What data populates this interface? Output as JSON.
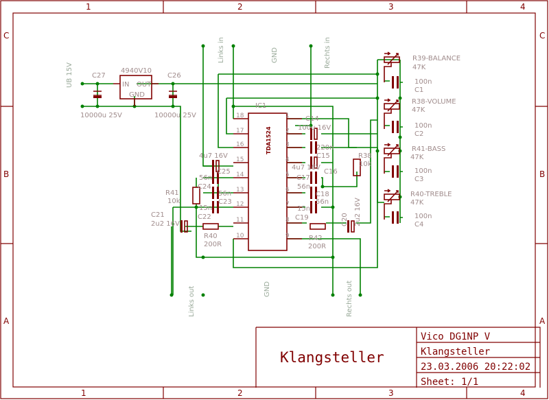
{
  "frame": {
    "columns": [
      "1",
      "2",
      "3",
      "4"
    ],
    "rows": [
      "C",
      "B",
      "A"
    ]
  },
  "title_block": {
    "title": "Klangsteller",
    "author": "Vico DG1NP V",
    "name": "Klangsteller",
    "date": "23.03.2006 20:22:02",
    "sheet": "Sheet: 1/1"
  },
  "nets": {
    "ub": "UB 15V",
    "links_in": "Links in",
    "gnd_top": "GND",
    "rechts_in": "Rechts in",
    "links_out": "Links out",
    "gnd_bottom": "GND",
    "rechts_out": "Rechts out"
  },
  "regulator": {
    "name": "4940V10",
    "in": "IN",
    "out": "OUT",
    "gnd": "GND"
  },
  "ic": {
    "ref": "IC1",
    "type": "TDA1524",
    "left_pins": [
      "18",
      "17",
      "16",
      "15",
      "14",
      "13",
      "12",
      "11",
      "10"
    ],
    "right_pins": [
      "1",
      "2",
      "3",
      "4",
      "5",
      "6",
      "7",
      "8",
      "9"
    ]
  },
  "parts": {
    "C27": "C27",
    "C27v": "10000u 25V",
    "C26": "C26",
    "C26v": "10000u 25V",
    "C25": "C25",
    "C25v": "4u7 16V",
    "C24": "C24",
    "C24v": "56n",
    "C23": "C23",
    "C23v": "56n",
    "C22": "C22",
    "C22v": "15n",
    "C21": "C21",
    "C21v": "2u2 16V",
    "R41": "R41",
    "R41v": "10k",
    "R40": "R40",
    "R40v": "200R",
    "C14": "C14",
    "C14v": "100u 16V",
    "C15": "C15",
    "C15v": "220n",
    "C16": "C16",
    "C16v": "4u7 16V",
    "C17": "C17",
    "C17v": "56n",
    "C18": "C18",
    "C18v": "56n",
    "C19": "C19",
    "C19v": "15n",
    "R42": "R42",
    "R42v": "200R",
    "C20": "C20",
    "C20v": "2u2 16V",
    "R38": "R38",
    "R38v": "10k",
    "P1": "R39-BALANCE",
    "P1v": "47K",
    "P2": "R38-VOLUME",
    "P2v": "47K",
    "P3": "R41-BASS",
    "P3v": "47K",
    "P4": "R40-TREBLE",
    "P4v": "47K",
    "C1": "C1",
    "C1v": "100n",
    "C2": "C2",
    "C2v": "100n",
    "C3": "C3",
    "C3v": "100n",
    "C4": "C4",
    "C4v": "100n"
  },
  "colors": {
    "frame": "#800000",
    "wire": "#008000",
    "label": "#a08c8c"
  }
}
